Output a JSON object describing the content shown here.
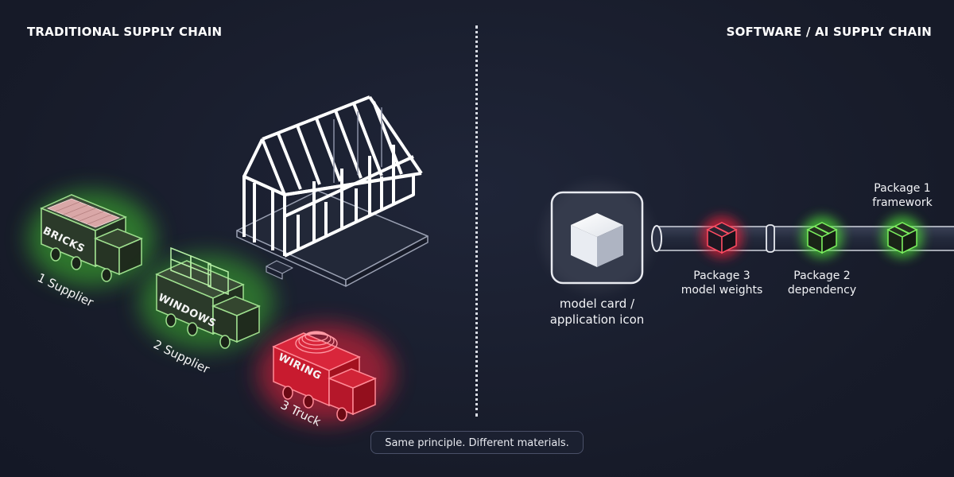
{
  "left_heading": "TRADITIONAL SUPPLY CHAIN",
  "right_heading": "SOFTWARE / AI SUPPLY CHAIN",
  "trucks": [
    {
      "cargo": "BRICKS",
      "label": "1 Supplier",
      "status": "ok"
    },
    {
      "cargo": "WINDOWS",
      "label": "2 Supplier",
      "status": "ok"
    },
    {
      "cargo": "WIRING",
      "label": "3 Truck",
      "status": "compromised"
    }
  ],
  "model_card": {
    "line1": "model card /",
    "line2": "application icon"
  },
  "packages": [
    {
      "name": "Package 3",
      "role": "model weights",
      "status": "compromised"
    },
    {
      "name": "Package 2",
      "role": "dependency",
      "status": "ok"
    },
    {
      "name": "Package 1",
      "role": "framework",
      "status": "ok"
    }
  ],
  "caption": "Same principle. Different materials.",
  "colors": {
    "ok": "#4cd137",
    "compromised": "#e0203a",
    "outline": "#ffffff"
  }
}
